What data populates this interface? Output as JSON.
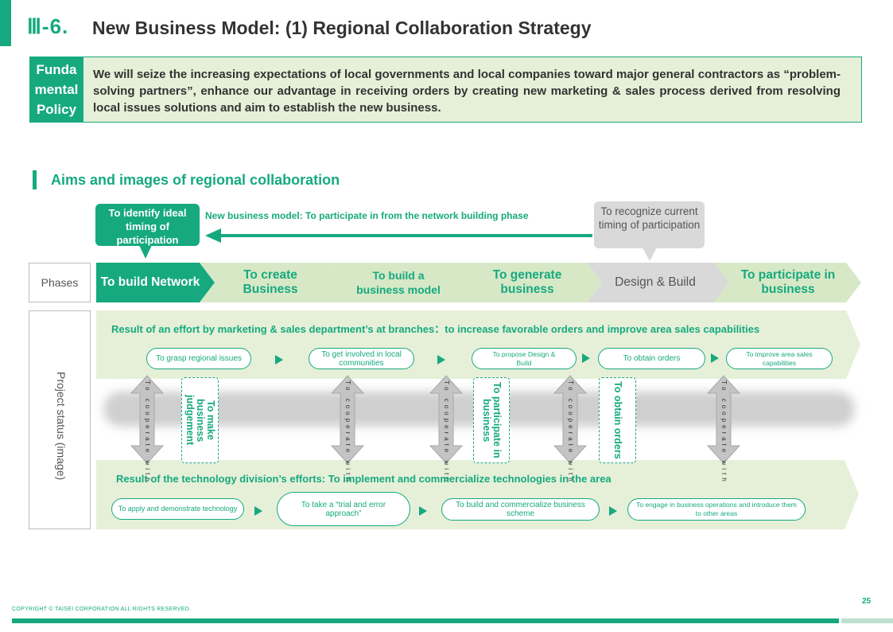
{
  "header": {
    "section_number": "Ⅲ-6.",
    "title": "New Business Model: (1) Regional Collaboration Strategy"
  },
  "policy": {
    "label": "Funda mental Policy",
    "text": "We will seize the increasing expectations of local governments and local companies toward major general contractors as “problem-solving partners”, enhance our advantage in receiving orders by creating new marketing & sales process derived from resolving local issues solutions and aim to establish the new business."
  },
  "section": {
    "title": "Aims and images of regional collaboration"
  },
  "callouts": {
    "ideal_timing": "To identify ideal timing of participation",
    "current_timing": "To recognize current timing of participation",
    "new_model": "New business model: To participate in from the network building phase"
  },
  "phases": {
    "label": "Phases",
    "items": [
      {
        "label": "To build Network"
      },
      {
        "label": "To create Business"
      },
      {
        "label": "To build a business model"
      },
      {
        "label": "To generate business"
      },
      {
        "label": "Design & Build"
      },
      {
        "label": "To participate in business"
      }
    ]
  },
  "project_status": {
    "label": "Project status (image)"
  },
  "marketing": {
    "title": "Result of an effort by marketing & sales department’s at branches：to increase favorable orders and improve area sales capabilities",
    "steps": [
      {
        "label": "To grasp regional issues"
      },
      {
        "label": "To get involved in local communities"
      },
      {
        "label": "To propose Design & Build"
      },
      {
        "label": "To obtain orders"
      },
      {
        "label": "To improve area sales capabilities"
      }
    ]
  },
  "technology": {
    "title": "Result of the technology division’s efforts: To implement and commercialize technologies in the area",
    "steps": [
      {
        "label": "To apply and demonstrate technology"
      },
      {
        "label": "To take a “trial and error approach”"
      },
      {
        "label": "To build and commercialize business scheme"
      },
      {
        "label": "To engage in business operations and introduce them to other areas"
      }
    ]
  },
  "cooperate": {
    "label": "To cooperate with"
  },
  "outcomes": [
    {
      "label": "To make business judgement"
    },
    {
      "label": "To participate in business"
    },
    {
      "label": "To obtain orders"
    }
  ],
  "footer": {
    "copyright": "COPYRIGHT © TAISEI CORPORATION ALL RIGHTS RESERVED.",
    "page": "25"
  },
  "colors": {
    "accent": "#16a97f",
    "light_green": "#e6f0d8",
    "phase_green": "#d7e8c6",
    "gray": "#d9d9d9"
  }
}
